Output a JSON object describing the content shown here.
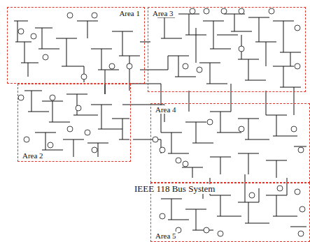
{
  "diagram": {
    "caption": "IEEE 118 Bus System",
    "nodes": [
      {
        "text": [
          "Area 1"
        ]
      },
      {
        "text": [
          "Area 2"
        ]
      },
      {
        "text": [
          "Area 3"
        ]
      },
      {
        "text": [
          "Area 4"
        ]
      },
      {
        "text": [
          "Area 5"
        ]
      }
    ]
  }
}
